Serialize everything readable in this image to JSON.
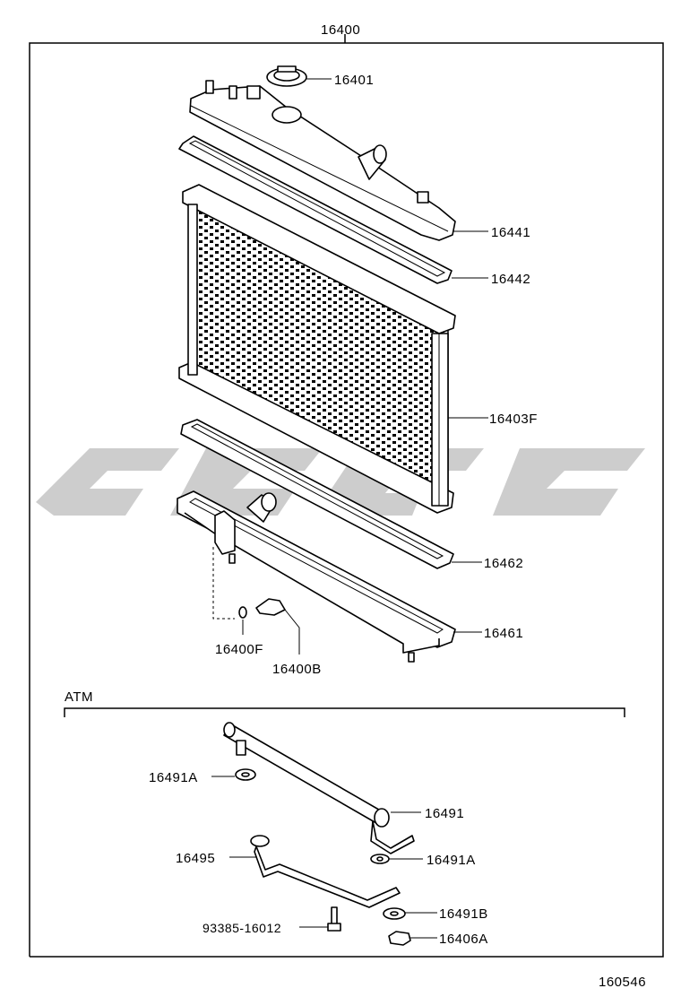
{
  "watermark_color": "#c8c8c8",
  "labels": {
    "assembly": "16400",
    "cap": "16401",
    "upper_tank": "16441",
    "upper_gasket": "16442",
    "core": "16403F",
    "lower_gasket": "16462",
    "lower_tank": "16461",
    "drain_oring": "16400F",
    "drain_cock": "16400B",
    "atm_section": "ATM",
    "cooler_washer_upper": "16491A",
    "cooler_pipe": "16491",
    "cooler_hose": "16495",
    "cooler_washer_lower": "16491A",
    "cooler_washer_b": "16491B",
    "bolt": "93385-16012",
    "nut": "16406A",
    "figure_number": "160546"
  }
}
